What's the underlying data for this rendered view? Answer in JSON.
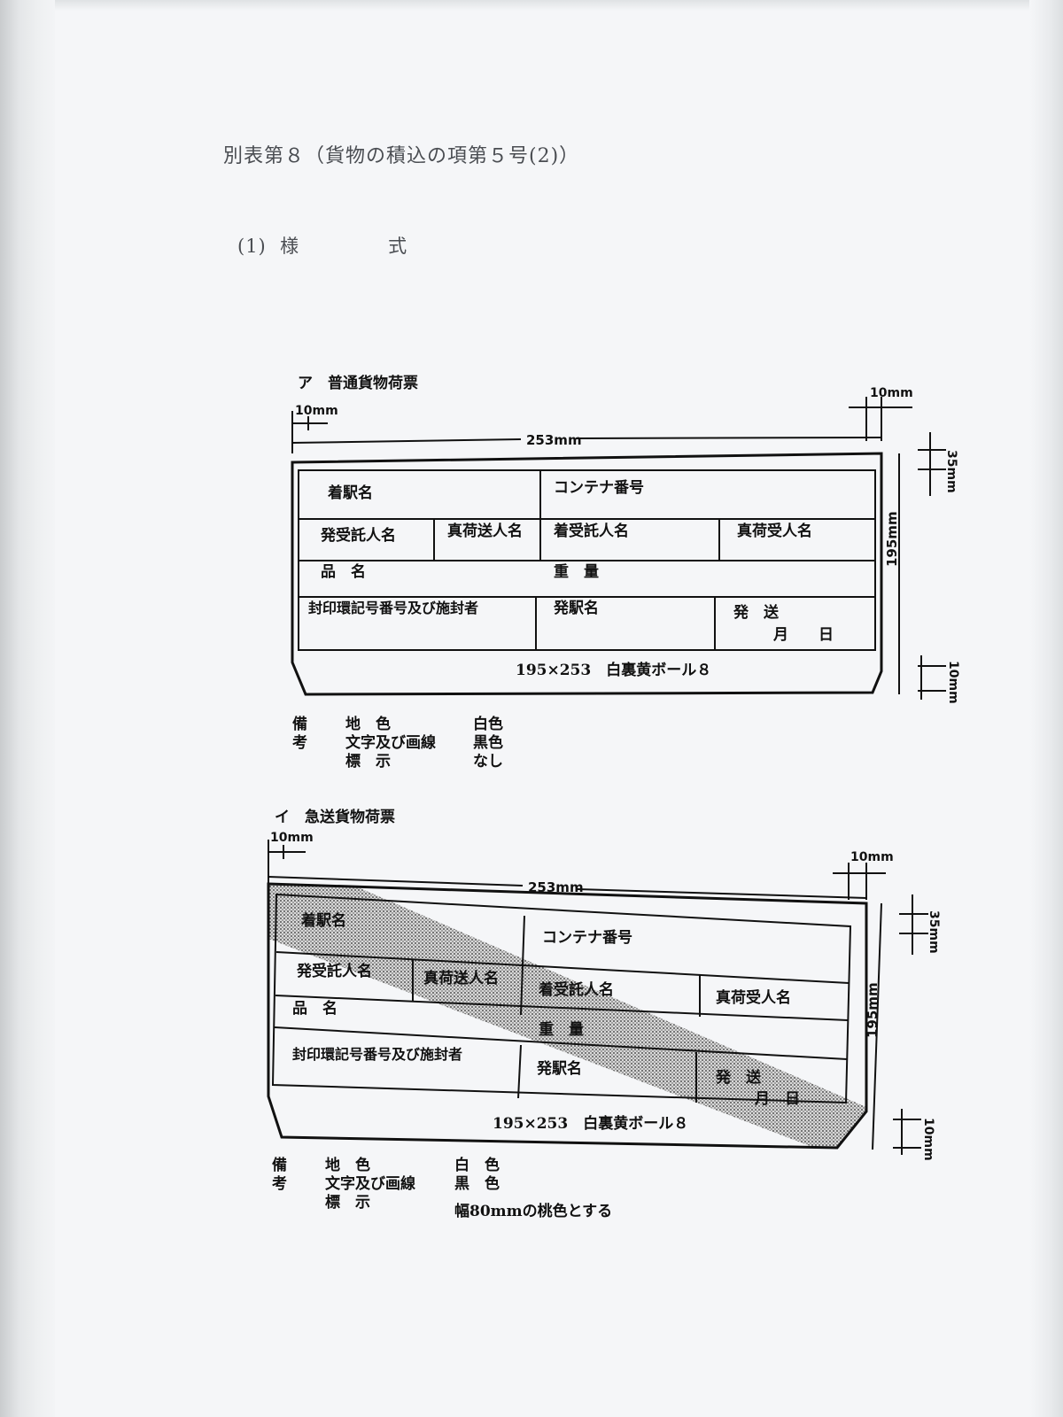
{
  "doc_title": "別表第８（貨物の積込の項第５号(2)）",
  "section": {
    "number": "(1)",
    "label_a": "様",
    "label_b": "式"
  },
  "forms": [
    {
      "heading": "ア　普通貨物荷票",
      "dims": {
        "left_margin": "10mm",
        "right_margin": "10mm",
        "width": "253mm",
        "height": "195mm",
        "top_margin": "35mm",
        "bottom_margin": "10mm"
      },
      "cells": {
        "arrival_station": "着駅名",
        "container_no": "コンテナ番号",
        "shipper": "発受託人名",
        "true_sender": "真荷送人名",
        "consignee": "着受託人名",
        "true_receiver": "真荷受人名",
        "item_name": "品　名",
        "weight": "重　量",
        "seal_info": "封印環記号番号及び施封者",
        "departure_station": "発駅名",
        "ship_label": "発　送",
        "month_day": "月　　日"
      },
      "spec": "195×253　白裏黄ボール８",
      "notes": {
        "head": "備考",
        "rows": [
          {
            "item": "地　色",
            "value": "白色"
          },
          {
            "item": "文字及び画線",
            "value": "黒色"
          },
          {
            "item": "標　示",
            "value": "なし"
          }
        ]
      }
    },
    {
      "heading": "イ　急送貨物荷票",
      "dims": {
        "left_margin": "10mm",
        "right_margin": "10mm",
        "width": "253mm",
        "height": "195mm",
        "top_margin": "35mm",
        "bottom_margin": "10mm"
      },
      "cells": {
        "arrival_station": "着駅名",
        "container_no": "コンテナ番号",
        "shipper": "発受託人名",
        "true_sender": "真荷送人名",
        "consignee": "着受託人名",
        "true_receiver": "真荷受人名",
        "item_name": "品　名",
        "weight": "重　量",
        "seal_info": "封印環記号番号及び施封者",
        "departure_station": "発駅名",
        "ship_label": "発　送",
        "month_day": "月　日"
      },
      "spec": "195×253　白裏黄ボール８",
      "notes": {
        "head": "備考",
        "rows": [
          {
            "item": "地　色",
            "value": "白　色"
          },
          {
            "item": "文字及び画線",
            "value": "黒　色"
          },
          {
            "item": "標　示",
            "value": "幅80mmの桃色とする"
          }
        ]
      }
    }
  ],
  "colors": {
    "stripe": "#8a8a8a",
    "line": "#111111",
    "paper": "#f5f6f8"
  }
}
